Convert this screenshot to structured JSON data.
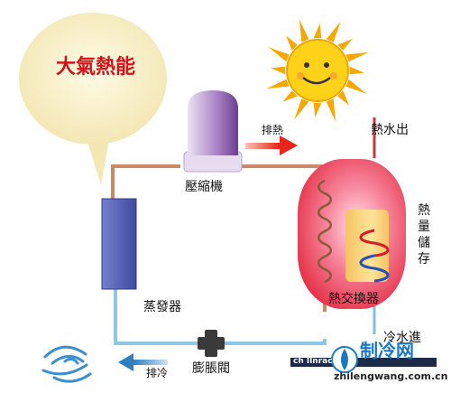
{
  "bubble": {
    "title": "大氣熱能"
  },
  "labels": {
    "compressor": "壓縮機",
    "heat_out": "排熱",
    "hot_water_out": "熱水出",
    "heat_storage": "熱量儲存",
    "heat_exchanger": "熱交換器",
    "cold_water_in": "冷水進",
    "evaporator": "蒸發器",
    "expansion_valve": "膨脹閥",
    "cold_out": "排冷"
  },
  "watermark": {
    "brand": "制冷网",
    "url": "zhilengwang.com.cn",
    "logo_text": "ch  Ilnrace"
  },
  "colors": {
    "hot_pipe": "#c98a6a",
    "cold_pipe": "#8fc6e3",
    "arrow_red": "#e8241b",
    "arrow_blue": "#2c7fc0",
    "evaporator": "#5a66b8",
    "compressor": "#8e5fb0",
    "sun": "#f5b800",
    "tank_outer": "#e83a52",
    "tank_inner": "#f7c96b"
  }
}
